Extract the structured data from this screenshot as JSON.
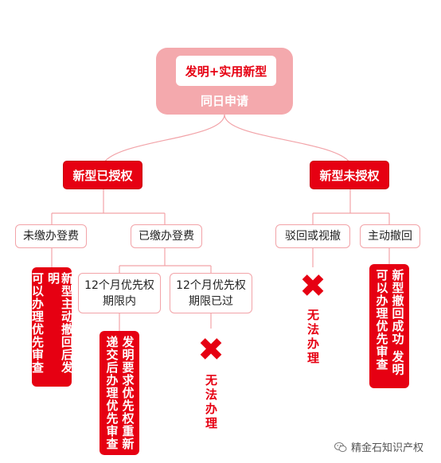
{
  "root": {
    "title": "发明+实用新型",
    "subtitle": "同日申请"
  },
  "branch_left": {
    "label": "新型已授权"
  },
  "branch_right": {
    "label": "新型未授权"
  },
  "left_children": {
    "unpaid": {
      "label": "未缴办登费",
      "note_lines": [
        "新型主动撤回后发明",
        "可以办理优先审查"
      ]
    },
    "paid": {
      "label": "已缴办登费",
      "within": {
        "label_lines": [
          "12个月优先权",
          "期限内"
        ],
        "note_lines": [
          "发明要求优先权重新",
          "递交后办理优先审查"
        ]
      },
      "expired": {
        "label_lines": [
          "12个月优先权",
          "期限已过"
        ],
        "result": "无法办理"
      }
    }
  },
  "right_children": {
    "rejected": {
      "label": "驳回或视撤",
      "result": "无法办理"
    },
    "withdrawn": {
      "label": "主动撤回",
      "note_lines": [
        "新型撤回成功 发明",
        "可以办理优先审查"
      ]
    }
  },
  "x_symbol": "✖",
  "watermark": {
    "icon": "wechat-icon",
    "text": "精金石知识产权"
  },
  "colors": {
    "red": "#e60012",
    "pink": "#f4a9ad",
    "line": "#f2a3a8"
  }
}
